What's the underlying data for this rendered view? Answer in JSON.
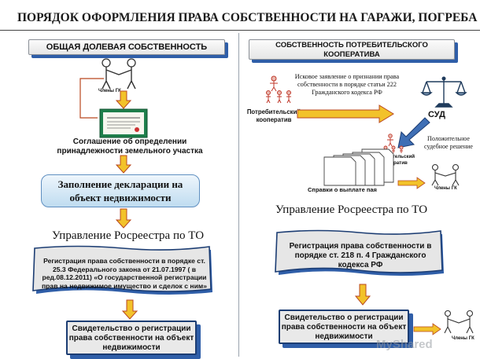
{
  "title": "ПОРЯДОК ОФОРМЛЕНИЯ ПРАВА СОБСТВЕННОСТИ НА ГАРАЖИ, ПОГРЕБА",
  "left": {
    "header": "ОБЩАЯ ДОЛЕВАЯ СОБСТВЕННОСТЬ",
    "members_label": "Члены ГК",
    "agreement": "Соглашение об определении принадлежности земельного участка",
    "declaration": "Заполнение декларации на объект недвижимости",
    "rosreestr": "Управление Росреестра по ТО",
    "registration": "Регистрация права собственности в порядке ст. 25.3 Федерального закона от 21.07.1997 ( в ред.08.12.2011) «О государственной регистрации прав на недвижимое имущество и сделок с ним»",
    "certificate": "Свидетельство о регистрации права собственности на объект недвижимости"
  },
  "right": {
    "header": "СОБСТВЕННОСТЬ ПОТРЕБИТЕЛЬСКОГО КООПЕРАТИВА",
    "coop_label": "Потребительский кооператив",
    "claim": "Исковое заявление о признании права собственности в порядке статьи 222 Гражданского кодекса РФ",
    "court": "СУД",
    "decision": "Положительное судебное решение",
    "coop_label_small": "Потребительский кооператив",
    "payment": "Справки о выплате пая",
    "members_label": "Члены ГК",
    "rosreestr": "Управление Росреестра по ТО",
    "registration": "Регистрация права собственности в порядке ст. 218 п. 4 Гражданского кодекса РФ",
    "certificate": "Свидетельство о регистрации права собственности на объект недвижимости",
    "members_label_bottom": "Члены ГК"
  },
  "watermark": "MyShared",
  "colors": {
    "accent": "#2f5ea8",
    "arrow_fill": "#f2c22a",
    "arrow_stroke": "#b9471f",
    "box_border": "#1c3d73"
  },
  "icons": [
    "handshake-icon",
    "certificate-icon",
    "people-group-icon",
    "scales-icon",
    "documents-stack-icon",
    "hand-arrow-icon"
  ]
}
